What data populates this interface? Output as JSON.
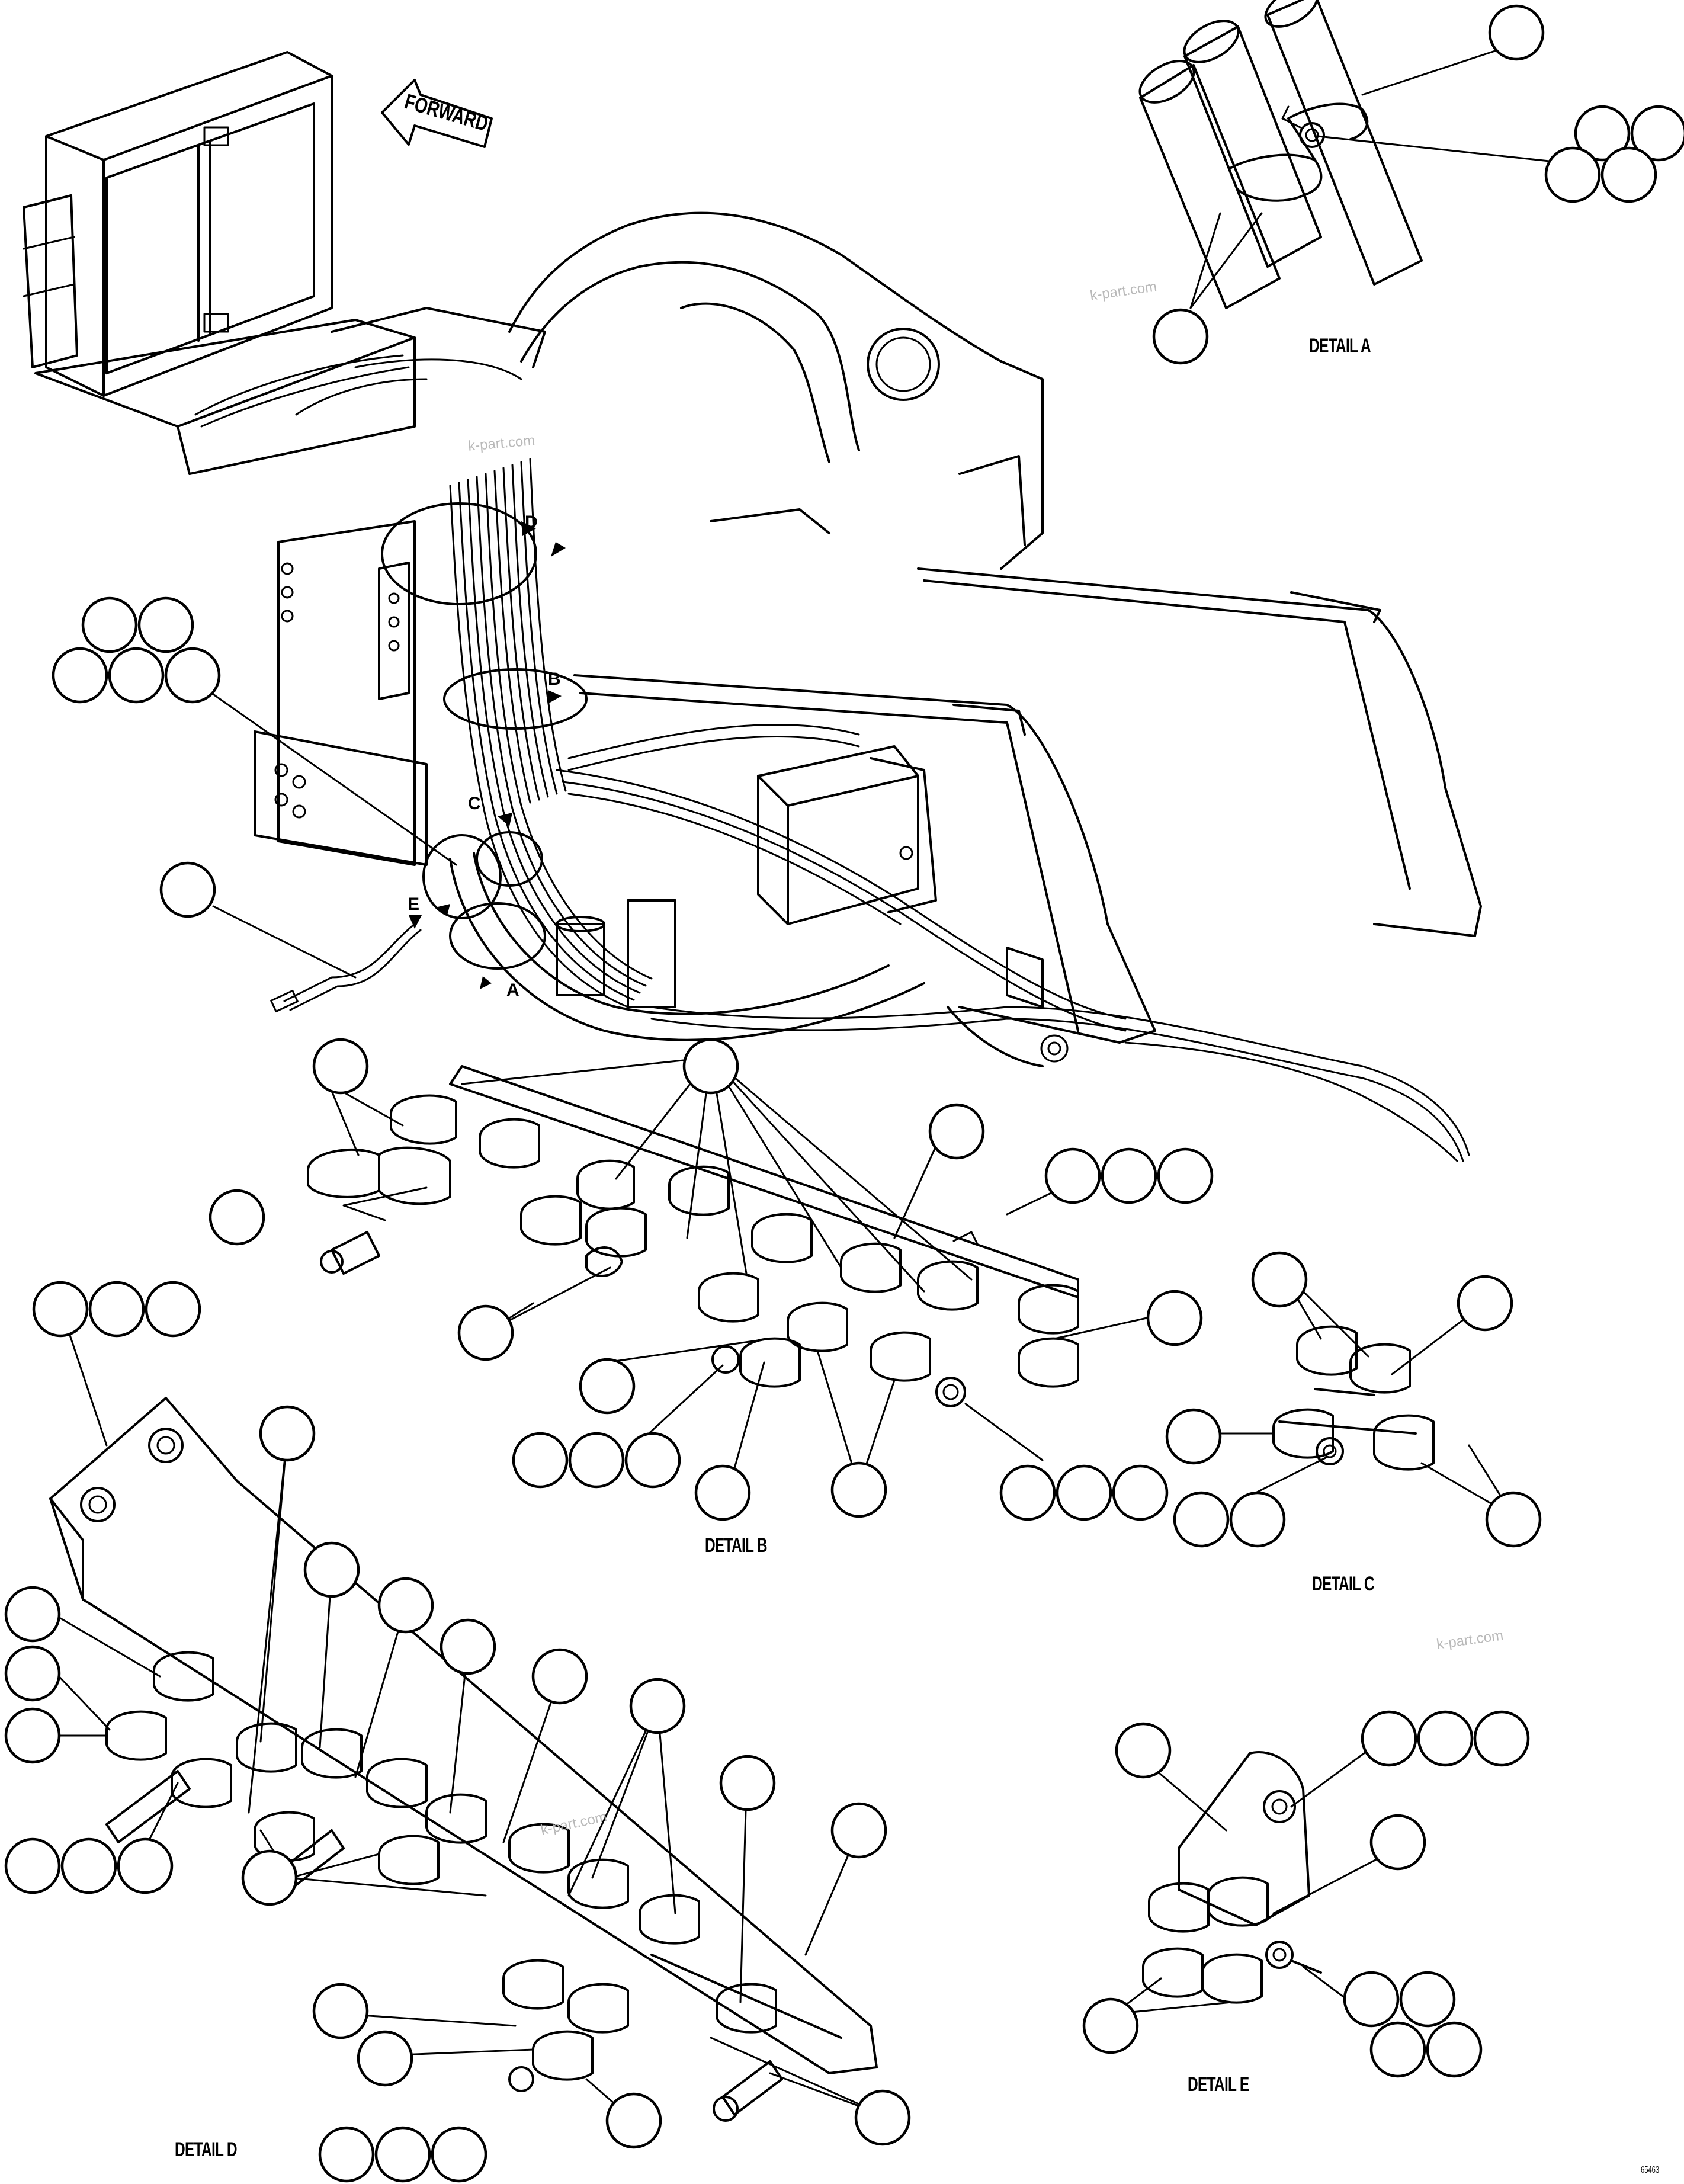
{
  "labels": {
    "forward": "FORWARD",
    "detail_a": "DETAIL A",
    "detail_b": "DETAIL B",
    "detail_c": "DETAIL C",
    "detail_d": "DETAIL D",
    "detail_e": "DETAIL E",
    "view_letters": [
      "D",
      "B",
      "C",
      "E",
      "A"
    ],
    "figure_code": "65463"
  },
  "watermark": "k-part.com",
  "icons": {
    "direction_arrow": "arrow-left-icon",
    "callout": "empty-circle-balloon"
  }
}
